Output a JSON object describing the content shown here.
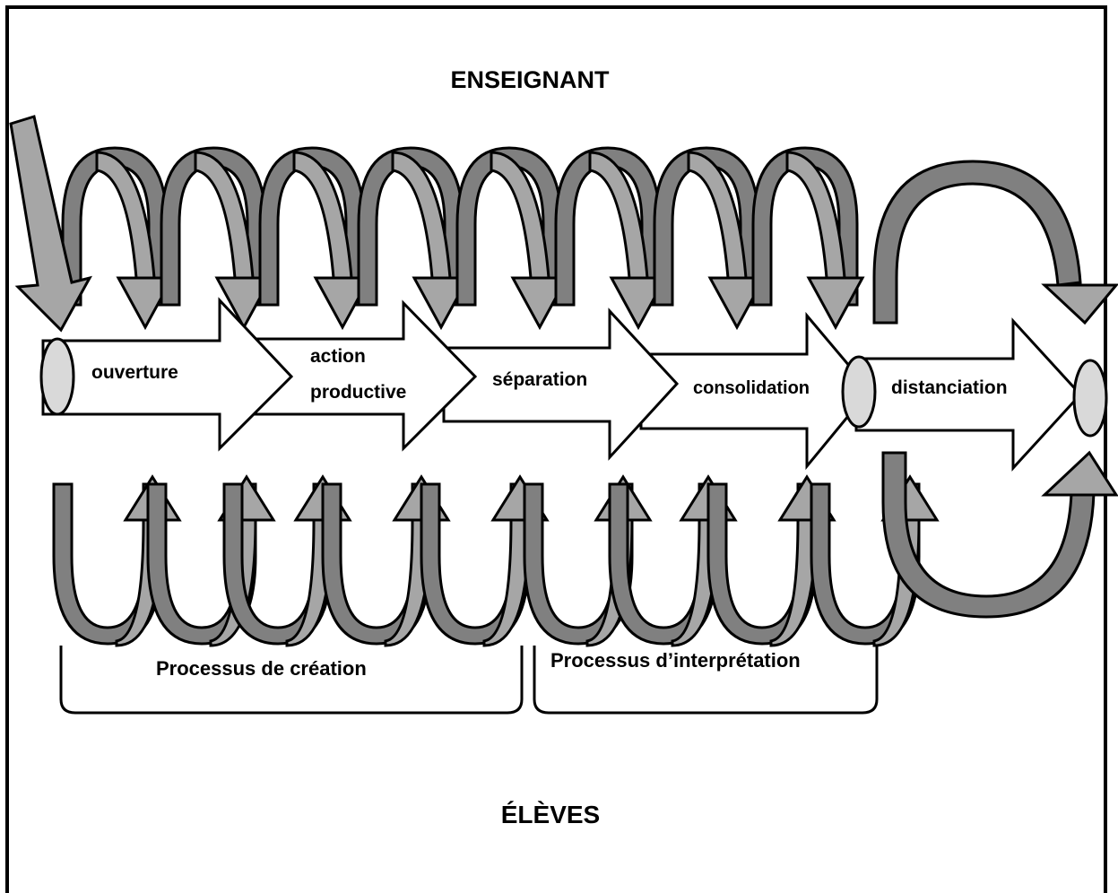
{
  "titles": {
    "top": "ENSEIGNANT",
    "bottom": "ÉLÈVES"
  },
  "stages": [
    {
      "label": "ouverture"
    },
    {
      "label": "action productive"
    },
    {
      "label": "séparation"
    },
    {
      "label": "consolidation"
    },
    {
      "label": "distanciation"
    }
  ],
  "processes": [
    {
      "label": "Processus de création"
    },
    {
      "label": "Processus d’interprétation"
    }
  ],
  "colors": {
    "dark_band": "#808080",
    "light_band": "#a6a6a6",
    "ellipse": "#d9d9d9",
    "outline": "#000000",
    "arrow_fill": "#ffffff"
  }
}
